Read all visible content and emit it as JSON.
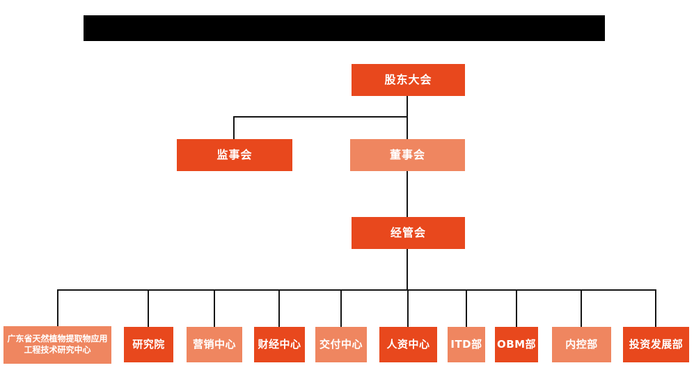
{
  "title_bar": {
    "redacted": true,
    "note_label": ""
  },
  "colors": {
    "primary_orange": "#E8481D",
    "light_orange": "#EF8660",
    "connector_line": "#141414",
    "box_text": "#FFFFFF",
    "redaction_bar": "#000000",
    "background": "#FFFFFF"
  },
  "org": {
    "level1": {
      "label": "股东大会"
    },
    "level2": [
      {
        "label": "监事会",
        "variant": "dark"
      },
      {
        "label": "董事会",
        "variant": "light"
      }
    ],
    "level3": {
      "label": "经管会"
    },
    "departments": [
      {
        "label": "广东省天然植物提取物应用工程技术研究中心",
        "variant": "light"
      },
      {
        "label": "研究院",
        "variant": "dark"
      },
      {
        "label": "营销中心",
        "variant": "light"
      },
      {
        "label": "财经中心",
        "variant": "dark"
      },
      {
        "label": "交付中心",
        "variant": "light"
      },
      {
        "label": "人资中心",
        "variant": "dark"
      },
      {
        "label": "ITD部",
        "variant": "light"
      },
      {
        "label": "OBM部",
        "variant": "dark"
      },
      {
        "label": "内控部",
        "variant": "light"
      },
      {
        "label": "投资发展部",
        "variant": "dark"
      }
    ]
  }
}
